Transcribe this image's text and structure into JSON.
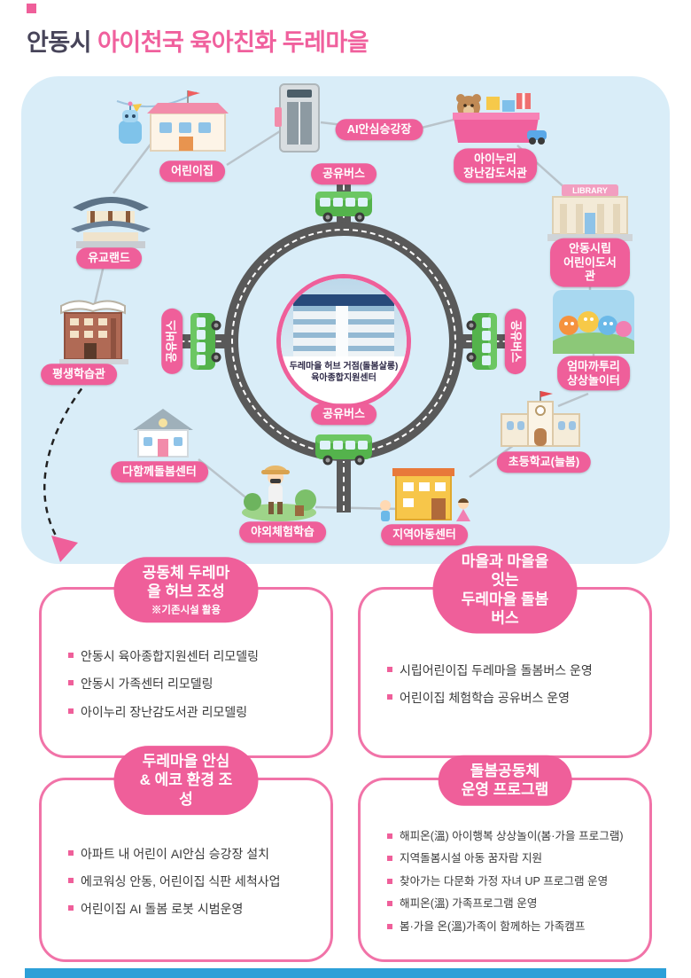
{
  "colors": {
    "accent_pink": "#ef5f9a",
    "dark_text": "#474459",
    "panel_blue": "#d9edf8",
    "road_gray": "#595959",
    "bus_green": "#54b34c",
    "footer_blue": "#2da0d8"
  },
  "header": {
    "title_city": "안동시",
    "title_rest": "아이천국 육아친화 두레마을"
  },
  "diagram": {
    "hub_label": "두레마을 허브 거점(돌봄살롱)\n육아종합지원센터",
    "bus_label": "공유버스",
    "library_sign": "LIBRARY",
    "nodes": [
      {
        "id": "daycare",
        "label": "어린이집"
      },
      {
        "id": "ai-safe-platform",
        "label": "AI안심승강장"
      },
      {
        "id": "toy-library",
        "label": "아이누리\n장난감도서관"
      },
      {
        "id": "city-children-library",
        "label": "안동시립\n어린이도서관"
      },
      {
        "id": "katuri-playground",
        "label": "엄마까투리\n상상놀이터"
      },
      {
        "id": "elementary-school",
        "label": "초등학교(늘봄)"
      },
      {
        "id": "local-children-center",
        "label": "지역아동센터"
      },
      {
        "id": "outdoor-learning",
        "label": "야외체험학습"
      },
      {
        "id": "together-care-center",
        "label": "다함께돌봄센터"
      },
      {
        "id": "lifelong-learning-hall",
        "label": "평생학습관"
      },
      {
        "id": "confucian-land",
        "label": "유교랜드"
      }
    ]
  },
  "cards": [
    {
      "title": "공동체 두레마을 허브 조성",
      "subtitle": "※기존시설 활용",
      "items": [
        "안동시 육아종합지원센터 리모델링",
        "안동시 가족센터 리모델링",
        "아이누리 장난감도서관 리모델링"
      ]
    },
    {
      "title": "마을과 마을을 잇는\n두레마을 돌봄버스",
      "items": [
        "시립어린이집 두레마을 돌봄버스 운영",
        "어린이집 체험학습 공유버스 운영"
      ]
    },
    {
      "title": "두레마을 안심\n& 에코 환경 조성",
      "items": [
        "아파트 내 어린이 AI안심 승강장 설치",
        "에코워싱 안동, 어린이집 식판 세척사업",
        "어린이집 AI 돌봄 로봇 시범운영"
      ]
    },
    {
      "title": "돌봄공동체\n운영 프로그램",
      "items": [
        "해피온(溫) 아이행복 상상놀이(봄·가을 프로그램)",
        "지역돌봄시설 아동 꿈자람 지원",
        "찾아가는 다문화 가정 자녀 UP 프로그램 운영",
        "해피온(溫) 가족프로그램 운영",
        "봄·가을 온(溫)가족이 함께하는 가족캠프"
      ]
    }
  ]
}
